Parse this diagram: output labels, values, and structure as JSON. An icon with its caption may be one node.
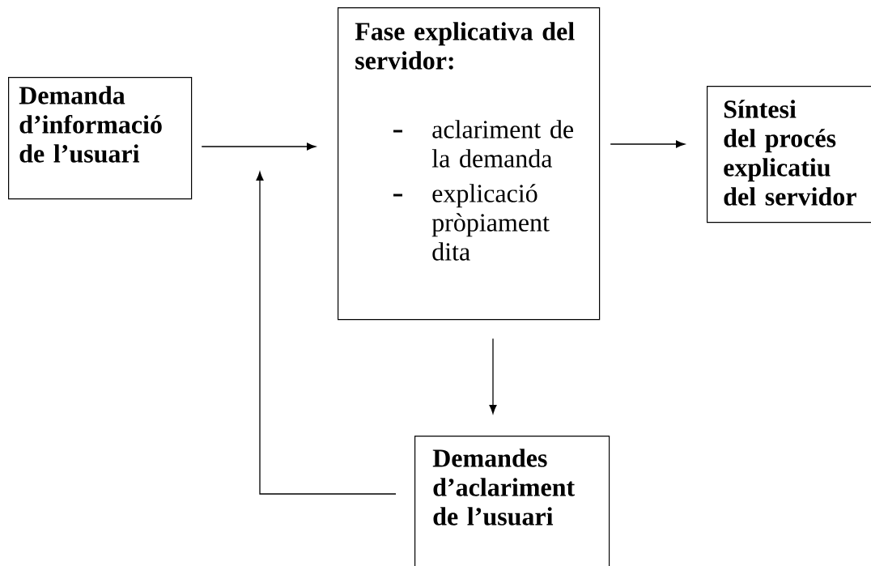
{
  "diagram": {
    "nodes": [
      {
        "text": [
          "Demanda d’informació de l’usuari"
        ]
      },
      {
        "text": [
          "Fase explicativa del servidor:",
          "aclariment de la demanda",
          "explicació pròpiament dita"
        ]
      },
      {
        "text": [
          "Síntesi del procés explicatiu del servidor"
        ]
      },
      {
        "text": [
          "Demandes d’aclariment de l’usuari"
        ]
      }
    ],
    "edges": [
      {
        "from": 0,
        "to": 1,
        "arrow": "to"
      },
      {
        "from": 1,
        "to": 2,
        "arrow": "to"
      },
      {
        "from": 1,
        "to": 3,
        "arrow": "to"
      },
      {
        "from": 3,
        "to": null,
        "arrow": "to"
      }
    ]
  }
}
